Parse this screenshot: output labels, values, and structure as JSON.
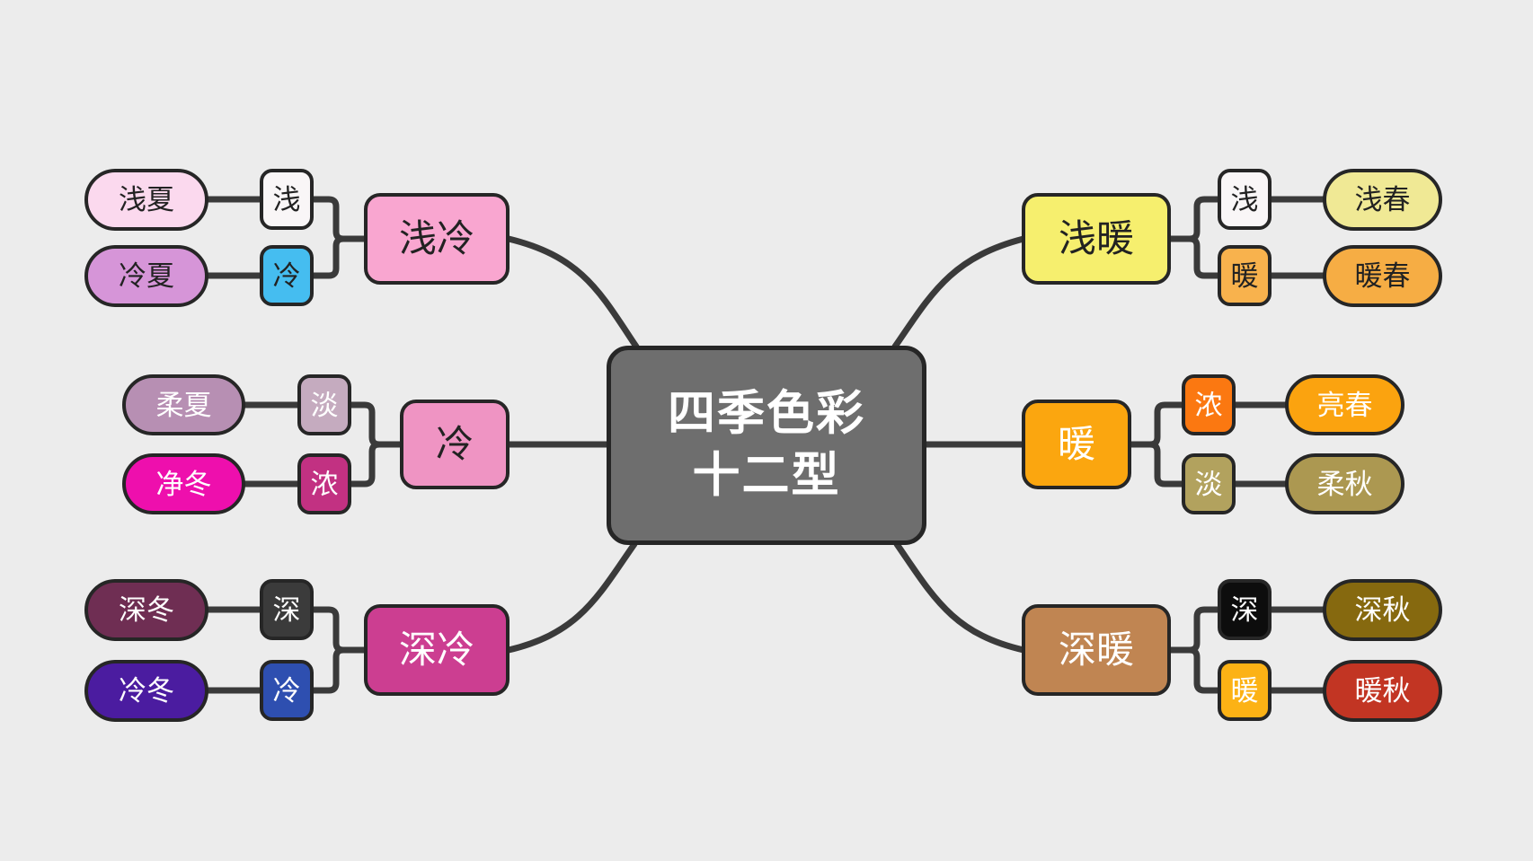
{
  "app": {
    "background": "#ececec",
    "connector_color": "#3a3a3a",
    "node_border_color": "#262626"
  },
  "center": {
    "line1": "四季色彩",
    "line2": "十二型",
    "bg": "#6e6e6e",
    "fg": "#ffffff"
  },
  "branches": [
    {
      "label": "浅冷",
      "bg": "#f9a6d0",
      "fg": "#222222",
      "modifiers": [
        {
          "label": "浅",
          "bg": "#f9f6f7",
          "fg": "#222222"
        },
        {
          "label": "冷",
          "bg": "#45bdf0",
          "fg": "#222222"
        }
      ],
      "types": [
        {
          "label": "浅夏",
          "bg": "#fbd9ee",
          "fg": "#222222"
        },
        {
          "label": "冷夏",
          "bg": "#d695d8",
          "fg": "#222222"
        }
      ]
    },
    {
      "label": "冷",
      "bg": "#ef94c3",
      "fg": "#222222",
      "modifiers": [
        {
          "label": "淡",
          "bg": "#c5abbf",
          "fg": "#ffffff"
        },
        {
          "label": "浓",
          "bg": "#c23182",
          "fg": "#ffffff"
        }
      ],
      "types": [
        {
          "label": "柔夏",
          "bg": "#b78fb3",
          "fg": "#ffffff"
        },
        {
          "label": "净冬",
          "bg": "#ee0fad",
          "fg": "#ffffff"
        }
      ]
    },
    {
      "label": "深冷",
      "bg": "#cc3e91",
      "fg": "#ffffff",
      "modifiers": [
        {
          "label": "深",
          "bg": "#3b3b3b",
          "fg": "#ffffff"
        },
        {
          "label": "冷",
          "bg": "#2e4fb0",
          "fg": "#ffffff"
        }
      ],
      "types": [
        {
          "label": "深冬",
          "bg": "#6f2e53",
          "fg": "#ffffff"
        },
        {
          "label": "冷冬",
          "bg": "#4b1ca0",
          "fg": "#ffffff"
        }
      ]
    },
    {
      "label": "浅暖",
      "bg": "#f6ef6e",
      "fg": "#222222",
      "modifiers": [
        {
          "label": "浅",
          "bg": "#f9f6f7",
          "fg": "#222222"
        },
        {
          "label": "暖",
          "bg": "#f8b24d",
          "fg": "#222222"
        }
      ],
      "types": [
        {
          "label": "浅春",
          "bg": "#f0e995",
          "fg": "#222222"
        },
        {
          "label": "暖春",
          "bg": "#f6ad44",
          "fg": "#222222"
        }
      ]
    },
    {
      "label": "暖",
      "bg": "#fba60f",
      "fg": "#ffffff",
      "modifiers": [
        {
          "label": "浓",
          "bg": "#fb7811",
          "fg": "#ffffff"
        },
        {
          "label": "淡",
          "bg": "#b2a25e",
          "fg": "#ffffff"
        }
      ],
      "types": [
        {
          "label": "亮春",
          "bg": "#fba30f",
          "fg": "#ffffff"
        },
        {
          "label": "柔秋",
          "bg": "#ac9851",
          "fg": "#ffffff"
        }
      ]
    },
    {
      "label": "深暖",
      "bg": "#c08552",
      "fg": "#ffffff",
      "modifiers": [
        {
          "label": "深",
          "bg": "#0d0d0d",
          "fg": "#ffffff"
        },
        {
          "label": "暖",
          "bg": "#fcb215",
          "fg": "#ffffff"
        }
      ],
      "types": [
        {
          "label": "深秋",
          "bg": "#86690f",
          "fg": "#ffffff"
        },
        {
          "label": "暖秋",
          "bg": "#c23523",
          "fg": "#ffffff"
        }
      ]
    }
  ]
}
